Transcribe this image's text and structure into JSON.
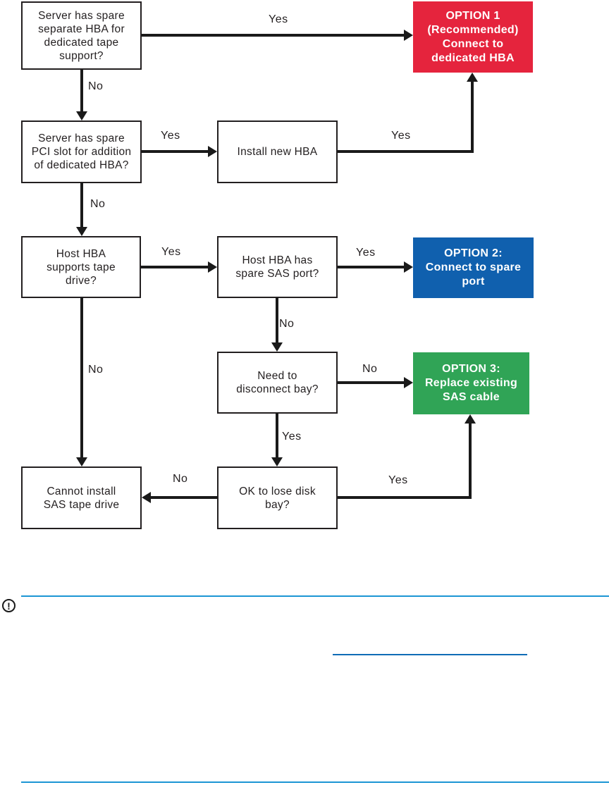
{
  "diagram": {
    "nodes": {
      "q_spare_hba": "Server has spare\nseparate HBA for\ndedicated tape\nsupport?",
      "option1": "OPTION 1\n(Recommended)\nConnect to\ndedicated HBA",
      "q_pci_slot": "Server has spare\nPCI slot for addition\nof dedicated HBA?",
      "install_hba": "Install new HBA",
      "q_supports_tape": "Host HBA\nsupports tape\ndrive?",
      "q_spare_port": "Host HBA has\nspare SAS port?",
      "option2": "OPTION 2:\nConnect to spare\nport",
      "q_disconnect_bay": "Need to\ndisconnect bay?",
      "option3": "OPTION 3:\nReplace existing\nSAS cable",
      "cannot_install": "Cannot install\nSAS tape drive",
      "q_lose_bay": "OK to lose disk\nbay?"
    },
    "edge_labels": {
      "q1_yes": "Yes",
      "q1_no": "No",
      "q2_yes": "Yes",
      "install_yes": "Yes",
      "q2_no": "No",
      "q3_yes": "Yes",
      "q4_yes": "Yes",
      "q4_no": "No",
      "q3_no": "No",
      "q5_no": "No",
      "q5_yes": "Yes",
      "q6_no": "No",
      "q6_yes": "Yes"
    },
    "colors": {
      "option1_red": "#E5243D",
      "option2_blue": "#1060AE",
      "option3_green": "#30A456",
      "arrow_black": "#1A1A1A"
    }
  },
  "footer": {
    "important_icon_glyph": "!",
    "rule_color": "#1C96D4",
    "link_color": "#0F6CB6"
  }
}
